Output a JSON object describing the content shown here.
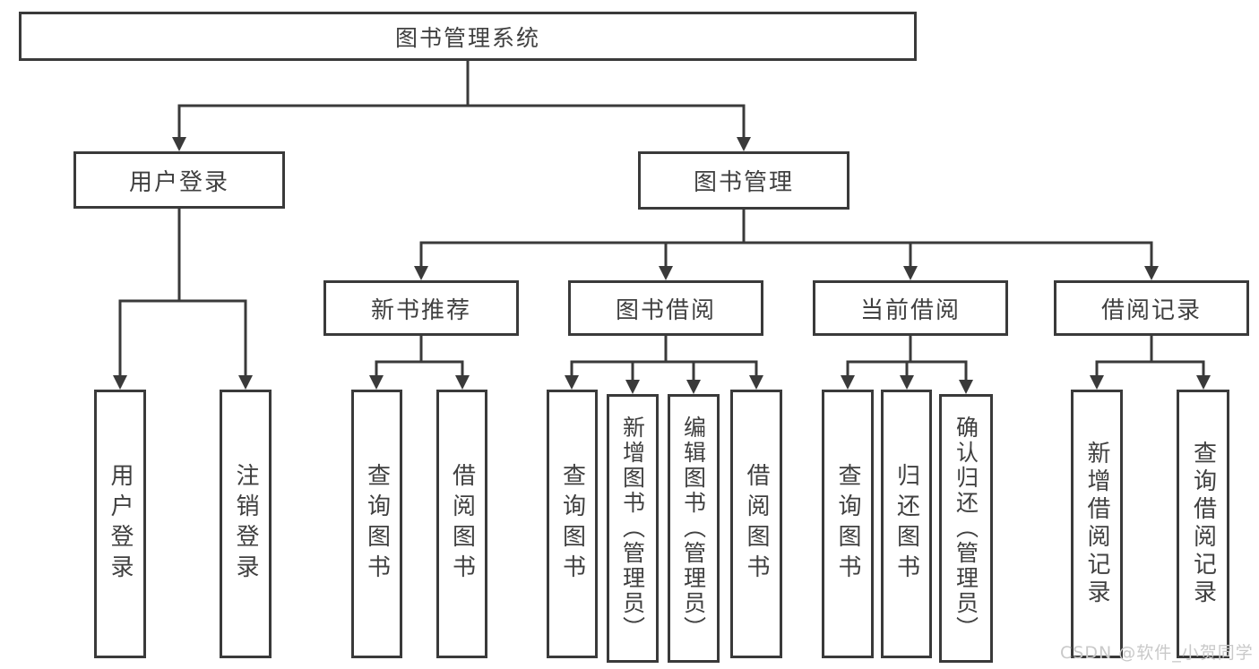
{
  "diagram": {
    "watermark": "CSDN @软件_小贺同学",
    "colors": {
      "line": "#3a3a3a",
      "text": "#404040",
      "background": "#ffffff",
      "watermark": "#c9c9c9"
    },
    "root": {
      "label": "图书管理系统",
      "children": [
        {
          "label": "用户登录",
          "children": [
            {
              "label": "用户登录"
            },
            {
              "label": "注销登录"
            }
          ]
        },
        {
          "label": "图书管理",
          "children": [
            {
              "label": "新书推荐",
              "children": [
                {
                  "label": "查询图书"
                },
                {
                  "label": "借阅图书"
                }
              ]
            },
            {
              "label": "图书借阅",
              "children": [
                {
                  "label": "查询图书"
                },
                {
                  "label": "新增图书（管理员）"
                },
                {
                  "label": "编辑图书（管理员）"
                },
                {
                  "label": "借阅图书"
                }
              ]
            },
            {
              "label": "当前借阅",
              "children": [
                {
                  "label": "查询图书"
                },
                {
                  "label": "归还图书"
                },
                {
                  "label": "确认归还（管理员）"
                }
              ]
            },
            {
              "label": "借阅记录",
              "children": [
                {
                  "label": "新增借阅记录"
                },
                {
                  "label": "查询借阅记录"
                }
              ]
            }
          ]
        }
      ]
    }
  }
}
